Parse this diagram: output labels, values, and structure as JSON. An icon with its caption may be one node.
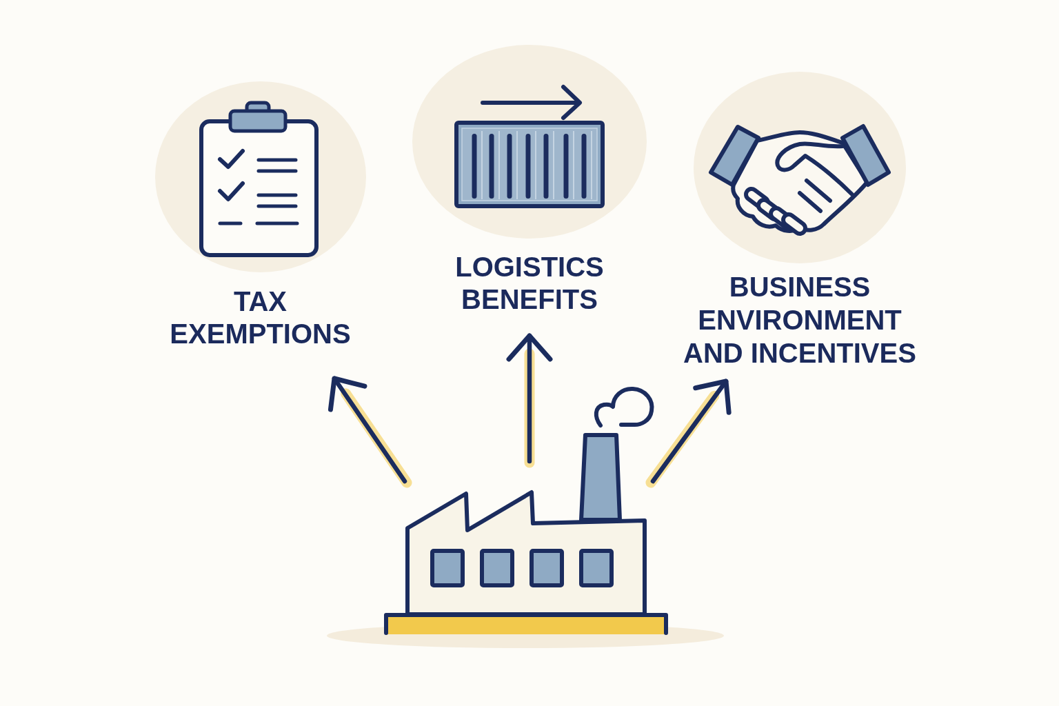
{
  "diagram": {
    "nodes": [
      {
        "text": [
          "TAX EXEMPTIONS"
        ]
      },
      {
        "text": [
          "LOGISTICS BENEFITS"
        ]
      },
      {
        "text": [
          "BUSINESS ENVIRONMENT AND INCENTIVES"
        ]
      },
      {
        "text": [],
        "shape": "picture"
      }
    ],
    "edges": [
      {
        "from": 3,
        "to": 0,
        "arrow": "to"
      },
      {
        "from": 3,
        "to": 1,
        "arrow": "to"
      },
      {
        "from": 3,
        "to": 2,
        "arrow": "to"
      }
    ]
  }
}
